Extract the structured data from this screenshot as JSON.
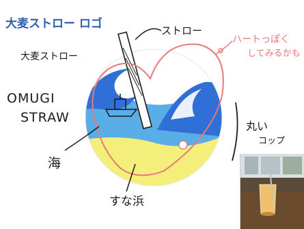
{
  "title": "大麦ストロー ロゴ",
  "labels": {
    "omugi_jp": "大麦ストロー",
    "omugi_en_line1": "OMUGI",
    "omugi_en_line2": "STRAW",
    "straw": "ストロー",
    "heart_line1": "ハートっぽく",
    "heart_line2": "してみるかも",
    "cup_line1": "丸い",
    "cup_line2": "コップ",
    "sea": "海",
    "sand": "すな浜"
  },
  "colors": {
    "title_blue": "#2d5fb0",
    "ink": "#1a1a1a",
    "sea_blue": "#5aaee8",
    "sea_dark": "#2f6fd6",
    "sand_yellow": "#f4ef7a",
    "heart_red": "#e8797a"
  },
  "icons": [
    "straw-icon",
    "boat-icon",
    "heart-outline-icon"
  ]
}
